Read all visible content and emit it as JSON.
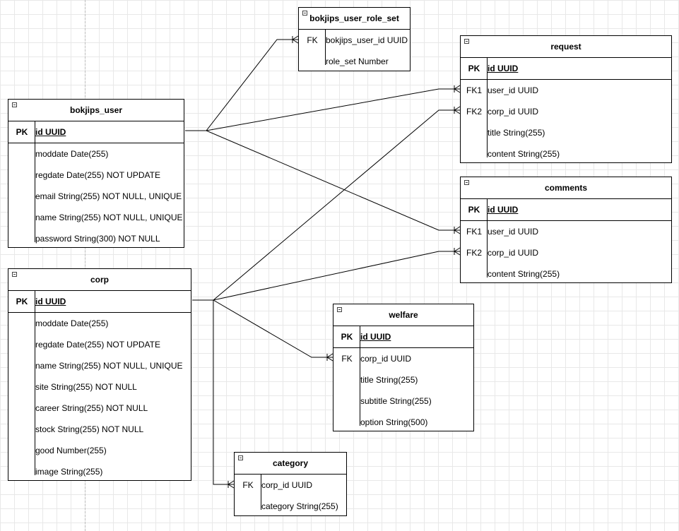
{
  "entities": [
    {
      "id": "bokjips_user_role_set",
      "title": "bokjips_user_role_set",
      "pk": null,
      "rows": [
        {
          "key": "FK",
          "field": "bokjips_user_id UUID"
        },
        {
          "key": "",
          "field": "role_set  Number"
        }
      ]
    },
    {
      "id": "request",
      "title": "request",
      "pk": {
        "key": "PK",
        "field": "id UUID"
      },
      "rows": [
        {
          "key": "FK1",
          "field": "user_id UUID"
        },
        {
          "key": "FK2",
          "field": "corp_id UUID"
        },
        {
          "key": "",
          "field": "title String(255)"
        },
        {
          "key": "",
          "field": "content String(255)"
        }
      ]
    },
    {
      "id": "bokjips_user",
      "title": "bokjips_user",
      "pk": {
        "key": "PK",
        "field": "id UUID"
      },
      "rows": [
        {
          "key": "",
          "field": "moddate Date(255)"
        },
        {
          "key": "",
          "field": "regdate Date(255) NOT UPDATE"
        },
        {
          "key": "",
          "field": "email String(255) NOT NULL, UNIQUE"
        },
        {
          "key": "",
          "field": "name String(255) NOT NULL, UNIQUE"
        },
        {
          "key": "",
          "field": "password String(300) NOT NULL"
        }
      ]
    },
    {
      "id": "comments",
      "title": "comments",
      "pk": {
        "key": "PK",
        "field": "id UUID"
      },
      "rows": [
        {
          "key": "FK1",
          "field": "user_id UUID"
        },
        {
          "key": "FK2",
          "field": "corp_id UUID"
        },
        {
          "key": "",
          "field": "content String(255)"
        }
      ]
    },
    {
      "id": "corp",
      "title": "corp",
      "pk": {
        "key": "PK",
        "field": "id UUID"
      },
      "rows": [
        {
          "key": "",
          "field": "moddate Date(255)"
        },
        {
          "key": "",
          "field": "regdate Date(255) NOT UPDATE"
        },
        {
          "key": "",
          "field": "name String(255) NOT NULL, UNIQUE"
        },
        {
          "key": "",
          "field": "site String(255) NOT NULL"
        },
        {
          "key": "",
          "field": "career String(255) NOT NULL"
        },
        {
          "key": "",
          "field": "stock String(255) NOT NULL"
        },
        {
          "key": "",
          "field": "good Number(255)"
        },
        {
          "key": "",
          "field": "image String(255)"
        }
      ]
    },
    {
      "id": "welfare",
      "title": "welfare",
      "pk": {
        "key": "PK",
        "field": "id UUID"
      },
      "rows": [
        {
          "key": "FK",
          "field": "corp_id UUID"
        },
        {
          "key": "",
          "field": "title String(255)"
        },
        {
          "key": "",
          "field": "subtitle String(255)"
        },
        {
          "key": "",
          "field": "option String(500)"
        }
      ]
    },
    {
      "id": "category",
      "title": "category",
      "pk": null,
      "rows": [
        {
          "key": "FK",
          "field": "corp_id UUID"
        },
        {
          "key": "",
          "field": "category String(255)"
        }
      ]
    }
  ],
  "relationships": [
    {
      "from": "bokjips_user",
      "to": "bokjips_user_role_set",
      "to_field": "bokjips_user_id UUID",
      "cardinality": "one-to-many"
    },
    {
      "from": "bokjips_user",
      "to": "request",
      "to_field": "user_id UUID",
      "cardinality": "one-to-many"
    },
    {
      "from": "bokjips_user",
      "to": "comments",
      "to_field": "user_id UUID",
      "cardinality": "one-to-many"
    },
    {
      "from": "corp",
      "to": "request",
      "to_field": "corp_id UUID",
      "cardinality": "one-to-many"
    },
    {
      "from": "corp",
      "to": "comments",
      "to_field": "corp_id UUID",
      "cardinality": "one-to-many"
    },
    {
      "from": "corp",
      "to": "welfare",
      "to_field": "corp_id UUID",
      "cardinality": "one-to-many"
    },
    {
      "from": "corp",
      "to": "category",
      "to_field": "corp_id UUID",
      "cardinality": "one-to-many"
    }
  ]
}
